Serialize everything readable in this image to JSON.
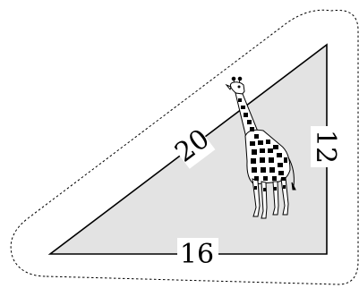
{
  "diagram": {
    "shape": "right-triangle",
    "labels": {
      "hypotenuse": "20",
      "base": "16",
      "height": "12"
    },
    "illustration": "giraffe",
    "colors": {
      "triangle_fill": "#e3e3e3",
      "stroke": "#000000",
      "dashed_outline": "#000000",
      "background": "#ffffff"
    }
  }
}
